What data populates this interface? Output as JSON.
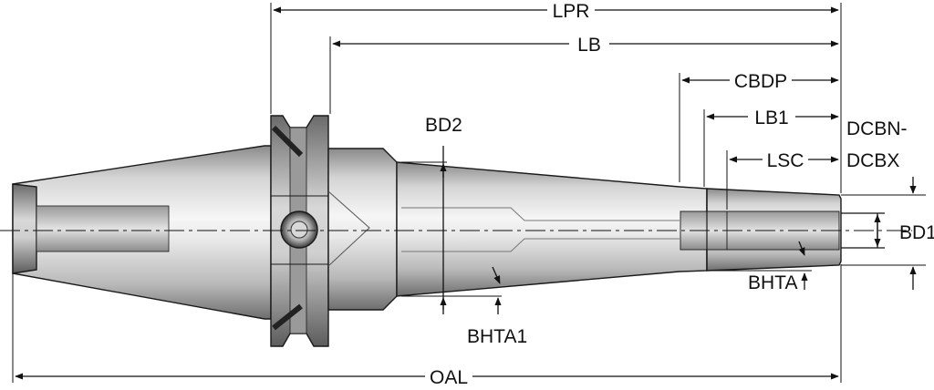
{
  "diagram": {
    "labels": {
      "lpr": "LPR",
      "lb": "LB",
      "cbdp": "CBDP",
      "lb1": "LB1",
      "lsc": "LSC",
      "dcbn": "DCBN-",
      "dcbx": "DCBX",
      "bd2": "BD2",
      "bd1": "BD1",
      "bhta": "BHTA",
      "bhta1": "BHTA1",
      "oal": "OAL"
    },
    "colors": {
      "metal_light": "#f2f2f2",
      "metal_mid": "#c4c4c4",
      "metal_dark": "#5a5a5a",
      "outline": "#1a1a1a",
      "dimension": "#111111"
    }
  }
}
